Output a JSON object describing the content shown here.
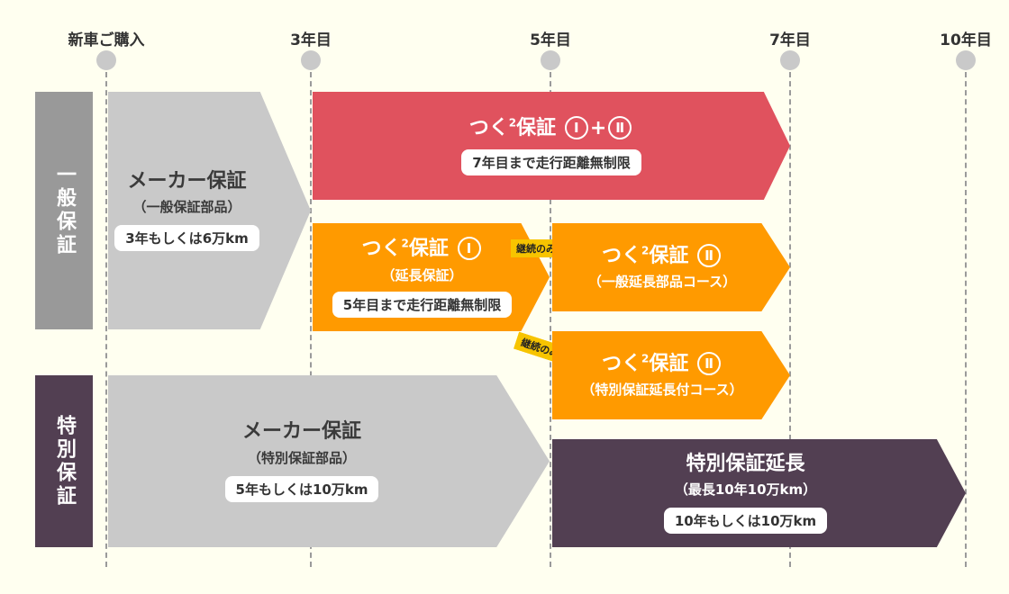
{
  "timeline": {
    "milestones": [
      "新車ご購入",
      "3年目",
      "5年目",
      "7年目",
      "10年目"
    ]
  },
  "categories": {
    "general": "一般保証",
    "special": "特別保証"
  },
  "maker_general": {
    "title": "メーカー保証",
    "sub": "（一般保証部品）",
    "pill": "3年もしくは6万km"
  },
  "tsuku_1_2": {
    "title_prefix": "つく",
    "sup": "2",
    "title_mid": "保証",
    "circle1": "Ⅰ",
    "plus": "+",
    "circle2": "Ⅱ",
    "pill": "7年目まで走行距離無制限"
  },
  "tsuku_1": {
    "title_prefix": "つく",
    "sup": "2",
    "title_mid": "保証",
    "circle": "Ⅰ",
    "sub": "（延長保証）",
    "pill": "5年目まで走行距離無制限"
  },
  "continue_tags": [
    "継続のみ",
    "継続のみ"
  ],
  "tsuku_2_general": {
    "title_prefix": "つく",
    "sup": "2",
    "title_mid": "保証",
    "circle": "Ⅱ",
    "sub": "（一般延長部品コース）"
  },
  "tsuku_2_special": {
    "title_prefix": "つく",
    "sup": "2",
    "title_mid": "保証",
    "circle": "Ⅱ",
    "sub": "（特別保証延長付コース）"
  },
  "maker_special": {
    "title": "メーカー保証",
    "sub": "（特別保証部品）",
    "pill": "5年もしくは10万km"
  },
  "special_ext": {
    "title": "特別保証延長",
    "sub": "（最長10年10万km）",
    "pill": "10年もしくは10万km"
  },
  "colors": {
    "red": "#e0525e",
    "orange": "#ff9a00",
    "purple": "#523f52",
    "gray_arrow": "#c9c9c9",
    "gray_cat": "#999999",
    "yellow_tag": "#f7c400"
  }
}
